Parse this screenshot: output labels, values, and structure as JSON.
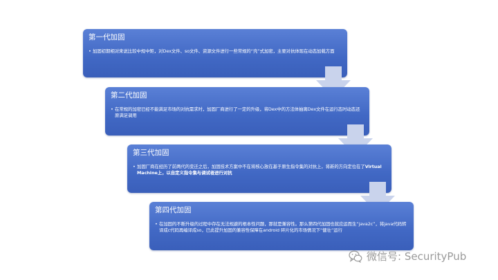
{
  "stages": [
    {
      "title": "第一代加固",
      "bullet": "•",
      "desc": "加固初期相对来说比较中规中矩，对Dex文件、so文件、资源文件进行一些常规的“壳”式加密，主要对抗体现在动态加载方面"
    },
    {
      "title": "第二代加固",
      "bullet": "•",
      "desc": "在常规的加密已经不能满足市场的对抗需求时，加固厂商进行了一定的升级，将Dex中的方法体抽离Dex文件在运行态时动态还原满足调用"
    },
    {
      "title": "第三代加固",
      "bullet": "•",
      "desc": "加固厂商在经历了前两代的变迁之后，加固技术方案中不在将核心放在基于原生指令集的对抗上，将新的方向定位在了",
      "desc_bold": "Virtual Machine上，以自定义指令集与调试者进行对抗"
    },
    {
      "title": "第四代加固",
      "bullet": "•",
      "desc": "在加固的不断升级的过程中存在无法规避的根本性问题，那就是兼容性。那么第四代加固也就应运而生“java2c”，将java代码转译成c代码再编译成so，已此提升加固的兼容性保障在android 碎片化的市场情况下“健壮”运行"
    }
  ],
  "watermark": {
    "icon": "wechat-icon",
    "text": "微信号: SecurityPub"
  },
  "colors": {
    "box_top": "#5a80d6",
    "box_bottom": "#3a5fba",
    "arrow": "#c9d3ec",
    "watermark": "#9a9a9a"
  }
}
